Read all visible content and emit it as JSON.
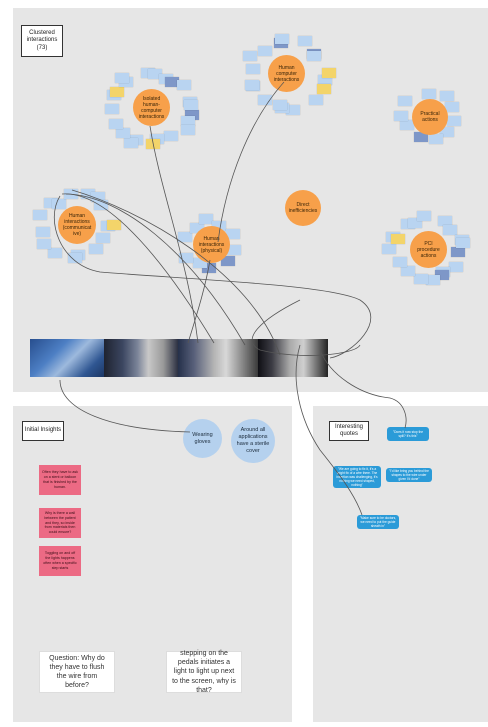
{
  "top_panel": {
    "label": "Clustered interactions (73)"
  },
  "clusters": [
    {
      "label": "Isolated human-computer interactions"
    },
    {
      "label": "Human computer interactions"
    },
    {
      "label": "Practical actions"
    },
    {
      "label": "Direct inefficiencies"
    },
    {
      "label": "Human interactions (communicat ive)"
    },
    {
      "label": "Human interactions (physical)"
    },
    {
      "label": "PCI procedure actions"
    }
  ],
  "insights_panel": {
    "label": "Initial Insights",
    "circles": [
      {
        "label": "Wearing gloves"
      },
      {
        "label": "Around all applications have a sterile cover"
      }
    ],
    "pink_notes": [
      {
        "text": "Often they have to ask on a stent or balloon that is finished by the human."
      },
      {
        "text": "Why is there a wall between the patient and they, so inside from materials then could ensure?"
      },
      {
        "text": "Toggling on and off the lights happens often when a specific step starts"
      }
    ],
    "questions": [
      {
        "text": "Question: Why do they have to flush the wire from before?"
      },
      {
        "text": "stepping on the pedals initiates a light to light up next to the screen, why is that?"
      }
    ]
  },
  "quotes_panel": {
    "label": "Interesting quotes",
    "bubbles": [
      {
        "text": "\"Does it now stop the spill? It's this\""
      },
      {
        "text": "\"We are going to fix it, it's a bright fix of a wire there. The insertion was challenging, it's nothing we need shaped, nothing\""
      },
      {
        "text": "\"I'd like bring you behind the shapes to the wire under given I'd done\""
      },
      {
        "text": "\"Make sure to be doctors, we need to put the guide sheath in\""
      }
    ]
  },
  "colors": {
    "panel": "#e6e6e6",
    "cluster": "#f7a04a",
    "sticky": "#b9d4f1",
    "insight_circle": "#b5d1ee",
    "pink": "#ec6a84",
    "quote_bubble": "#2b9bd8"
  }
}
